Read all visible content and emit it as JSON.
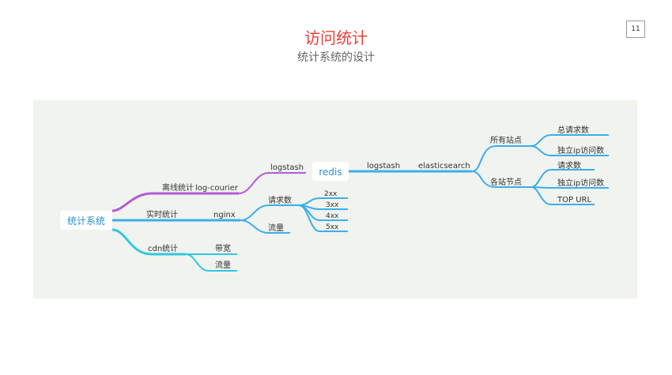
{
  "header": {
    "title": "访问统计",
    "subtitle": "统计系统的设计",
    "page_number": "11"
  },
  "colors": {
    "title": "#e8413b",
    "purple_branch": "#b35ad8",
    "blue_branch": "#3aaeef",
    "cyan_branch": "#2ec9e0",
    "panel_bg": "#f1f3ef",
    "node_text": "#2b8fc9"
  },
  "mindmap": {
    "root": "统计系统",
    "offline": {
      "label": "离线统计",
      "child": "log-courier",
      "child2": "logstash",
      "hub": "redis",
      "hub_out": "logstash",
      "store": "elasticsearch",
      "all_sites": {
        "label": "所有站点",
        "items": [
          "总请求数",
          "独立ip访问数"
        ]
      },
      "each_site": {
        "label": "各站节点",
        "items": [
          "请求数",
          "独立ip访问数",
          "TOP URL"
        ]
      }
    },
    "realtime": {
      "label": "实时统计",
      "child": "nginx",
      "requests": {
        "label": "请求数",
        "items": [
          "2xx",
          "3xx",
          "4xx",
          "5xx"
        ]
      },
      "traffic": "流量"
    },
    "cdn": {
      "label": "cdn统计",
      "items": [
        "带宽",
        "流量"
      ]
    }
  }
}
